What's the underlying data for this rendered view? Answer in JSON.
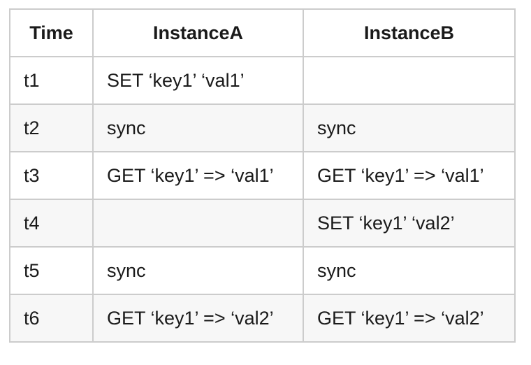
{
  "colors": {
    "background": "#ffffff",
    "border": "#cccccc",
    "row_alt_background": "#f7f7f7",
    "text": "#1a1a1a"
  },
  "table": {
    "columns": [
      "Time",
      "InstanceA",
      "InstanceB"
    ],
    "rows": [
      [
        "t1",
        "SET ‘key1’ ‘val1’",
        ""
      ],
      [
        "t2",
        "sync",
        "sync"
      ],
      [
        "t3",
        "GET ‘key1’ => ‘val1’",
        "GET ‘key1’ => ‘val1’"
      ],
      [
        "t4",
        "",
        "SET ‘key1’ ‘val2’"
      ],
      [
        "t5",
        "sync",
        "sync"
      ],
      [
        "t6",
        "GET ‘key1’ => ‘val2’",
        "GET ‘key1’ => ‘val2’"
      ]
    ]
  }
}
